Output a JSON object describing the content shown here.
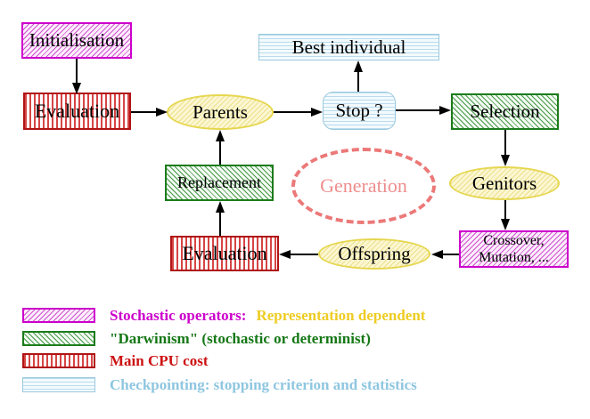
{
  "nodes": {
    "initialisation": "Initialisation",
    "evaluation_top": "Evaluation",
    "parents": "Parents",
    "best_individual": "Best individual",
    "stop": "Stop ?",
    "selection": "Selection",
    "replacement": "Replacement",
    "generation": "Generation",
    "genitors": "Genitors",
    "crossover_line1": "Crossover,",
    "crossover_line2": "Mutation, ...",
    "offspring": "Offspring",
    "evaluation_bottom": "Evaluation"
  },
  "legend": {
    "items": [
      {
        "swatch": "magenta-diagonal-hatch",
        "label": "Stochastic operators:",
        "label2": "Representation dependent"
      },
      {
        "swatch": "green-diagonal-hatch",
        "label": "\"Darwinism\" (stochastic or determinist)"
      },
      {
        "swatch": "red-vertical-stripes",
        "label": "Main CPU cost"
      },
      {
        "swatch": "cyan-horizontal-stripes",
        "label": "Checkpointing: stopping criterion and statistics"
      }
    ]
  },
  "colors": {
    "magenta": "#cc00cc",
    "green": "#167816",
    "red": "#cc1212",
    "cyan": "#8ec6e0",
    "gold": "#eecc22",
    "yellow_node_border": "#e6d64e",
    "salmon": "#ec7878",
    "arrow": "#000000",
    "background": "#ffffff"
  }
}
